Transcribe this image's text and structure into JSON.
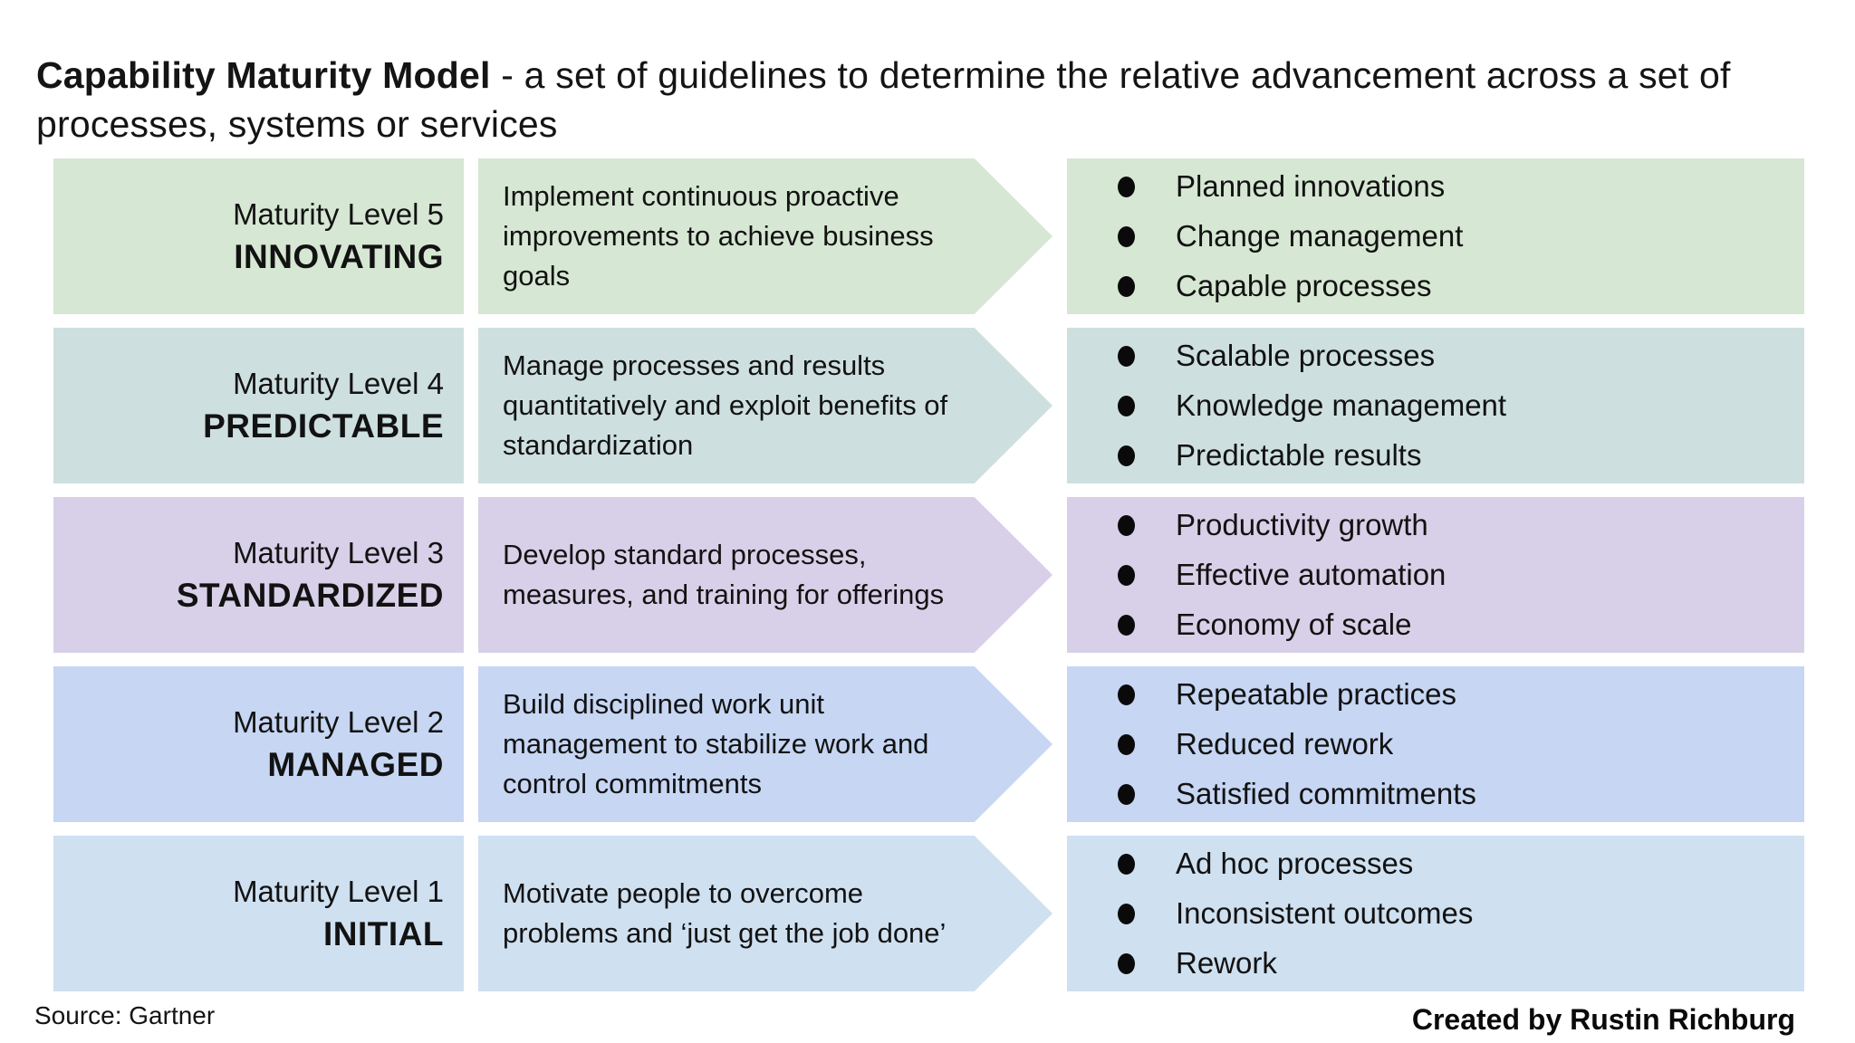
{
  "title": {
    "bold": "Capability Maturity Model",
    "rest": " - a set of guidelines to determine the relative advancement across a set of processes, systems or services"
  },
  "levels": [
    {
      "level_label": "Maturity Level 5",
      "name": "INNOVATING",
      "color": "#d6e7d3",
      "description": "Implement continuous proactive improvements to achieve business goals",
      "outcomes": [
        "Planned innovations",
        "Change management",
        "Capable processes"
      ]
    },
    {
      "level_label": "Maturity Level 4",
      "name": "PREDICTABLE",
      "color": "#cedfdf",
      "description": "Manage processes and results quantitatively and exploit benefits of standardization",
      "outcomes": [
        "Scalable processes",
        "Knowledge management",
        "Predictable results"
      ]
    },
    {
      "level_label": "Maturity Level 3",
      "name": "STANDARDIZED",
      "color": "#d8d0e8",
      "description": "Develop standard processes, measures, and training for offerings",
      "outcomes": [
        "Productivity growth",
        "Effective automation",
        "Economy of scale"
      ]
    },
    {
      "level_label": "Maturity Level 2",
      "name": "MANAGED",
      "color": "#c6d6f3",
      "description": "Build disciplined work unit management to stabilize work and control commitments",
      "outcomes": [
        "Repeatable practices",
        "Reduced rework",
        "Satisfied commitments"
      ]
    },
    {
      "level_label": "Maturity Level 1",
      "name": "INITIAL",
      "color": "#cfe0f0",
      "description": "Motivate people to overcome problems and ‘just get the job done’",
      "outcomes": [
        "Ad hoc processes",
        "Inconsistent outcomes",
        "Rework"
      ]
    }
  ],
  "footer": {
    "source": "Source: Gartner",
    "credit": "Created by Rustin Richburg"
  },
  "bullet_icon": "filled-circle"
}
